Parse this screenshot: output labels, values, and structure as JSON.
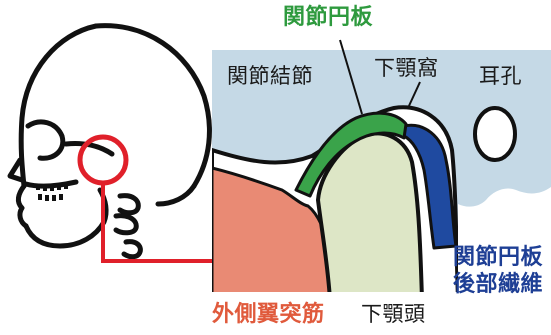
{
  "labels": {
    "articular_disc": "関節円板",
    "articular_eminence": "関節結節",
    "mandibular_fossa": "下顎窩",
    "ear_canal": "耳孔",
    "retrodiscal_tissue_line1": "関節円板",
    "retrodiscal_tissue_line2": "後部繊維",
    "lateral_pterygoid": "外側翼突筋",
    "condyle": "下顎頭"
  },
  "colors": {
    "bone_region": "#c5d9e6",
    "lateral_pterygoid": "#e98a74",
    "condyle": "#dde6c6",
    "articular_disc": "#3aa34a",
    "retrodiscal_tissue": "#1f4aa0",
    "label_green": "#2e9a3e",
    "label_red": "#e05a3c",
    "label_blue": "#1e3f95",
    "callout_red": "#e0202a",
    "outline": "#111111",
    "label_dark": "#1a1a1a"
  },
  "icons": {
    "skull": "skull-side-view-icon",
    "callout_arrow": "arrow-right-icon"
  }
}
